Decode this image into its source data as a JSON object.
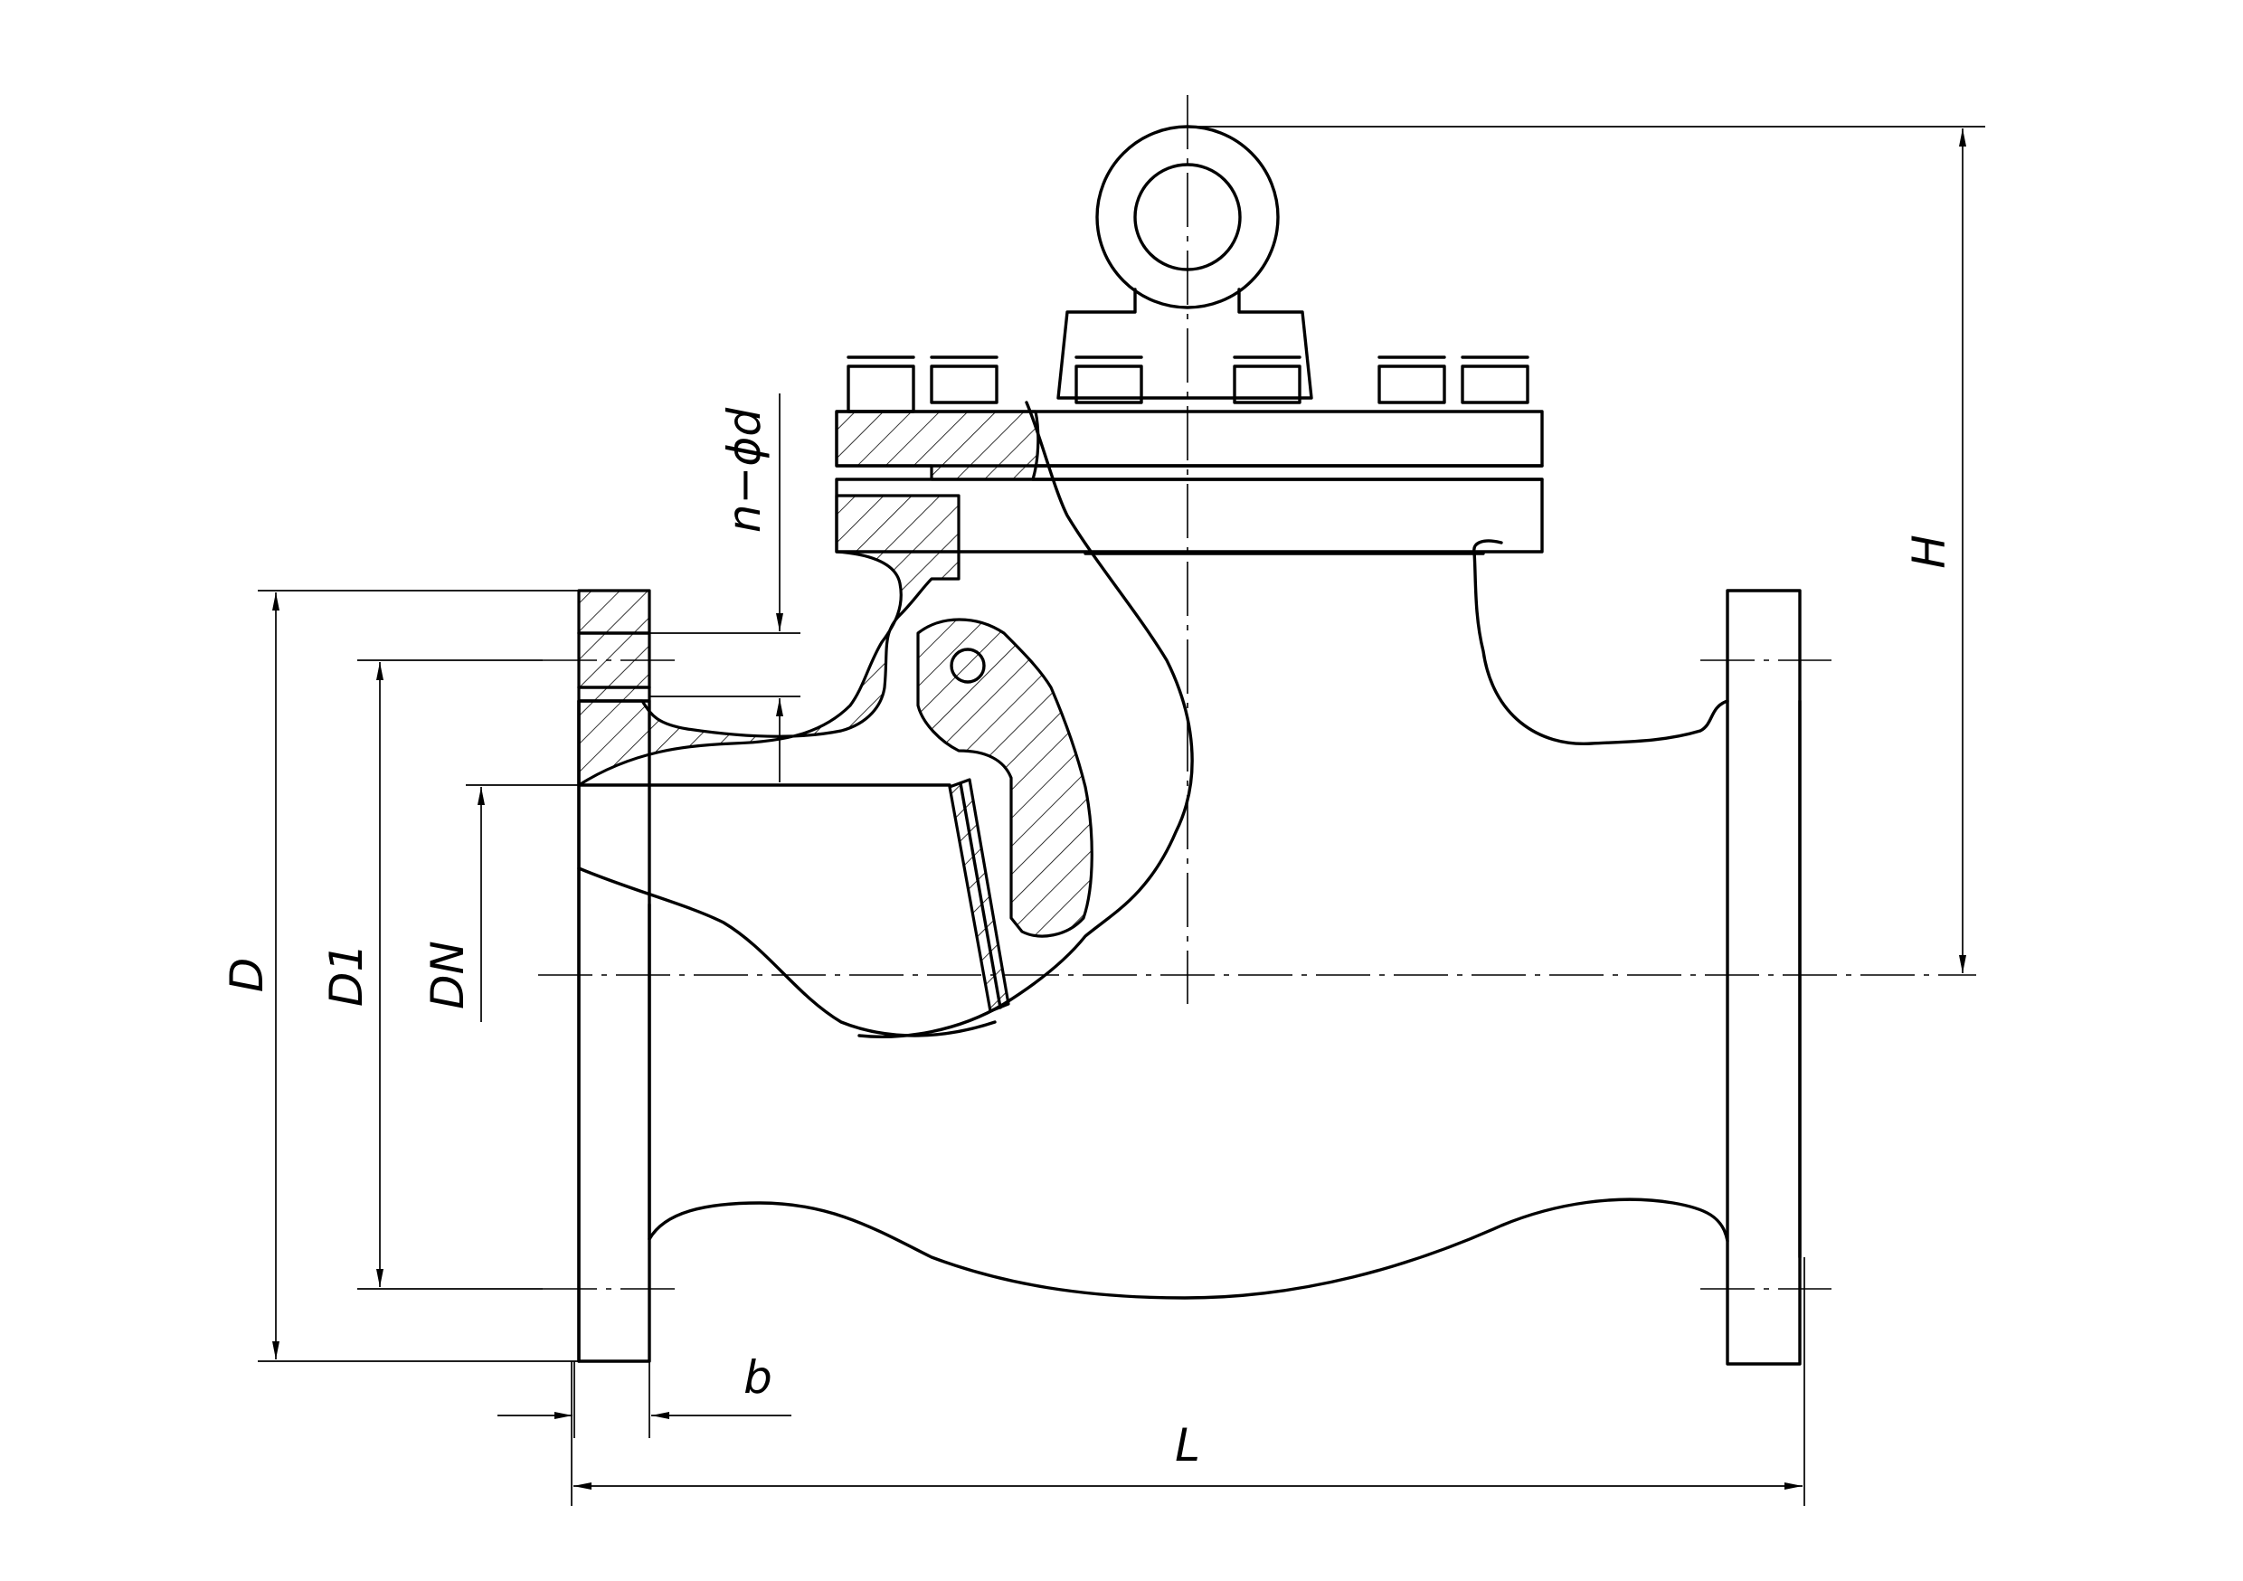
{
  "drawing": {
    "dimensions": {
      "D": "D",
      "D1": "D1",
      "DN": "DN",
      "n_phi_d": "n−ϕd",
      "H": "H",
      "b": "b",
      "L": "L"
    }
  }
}
